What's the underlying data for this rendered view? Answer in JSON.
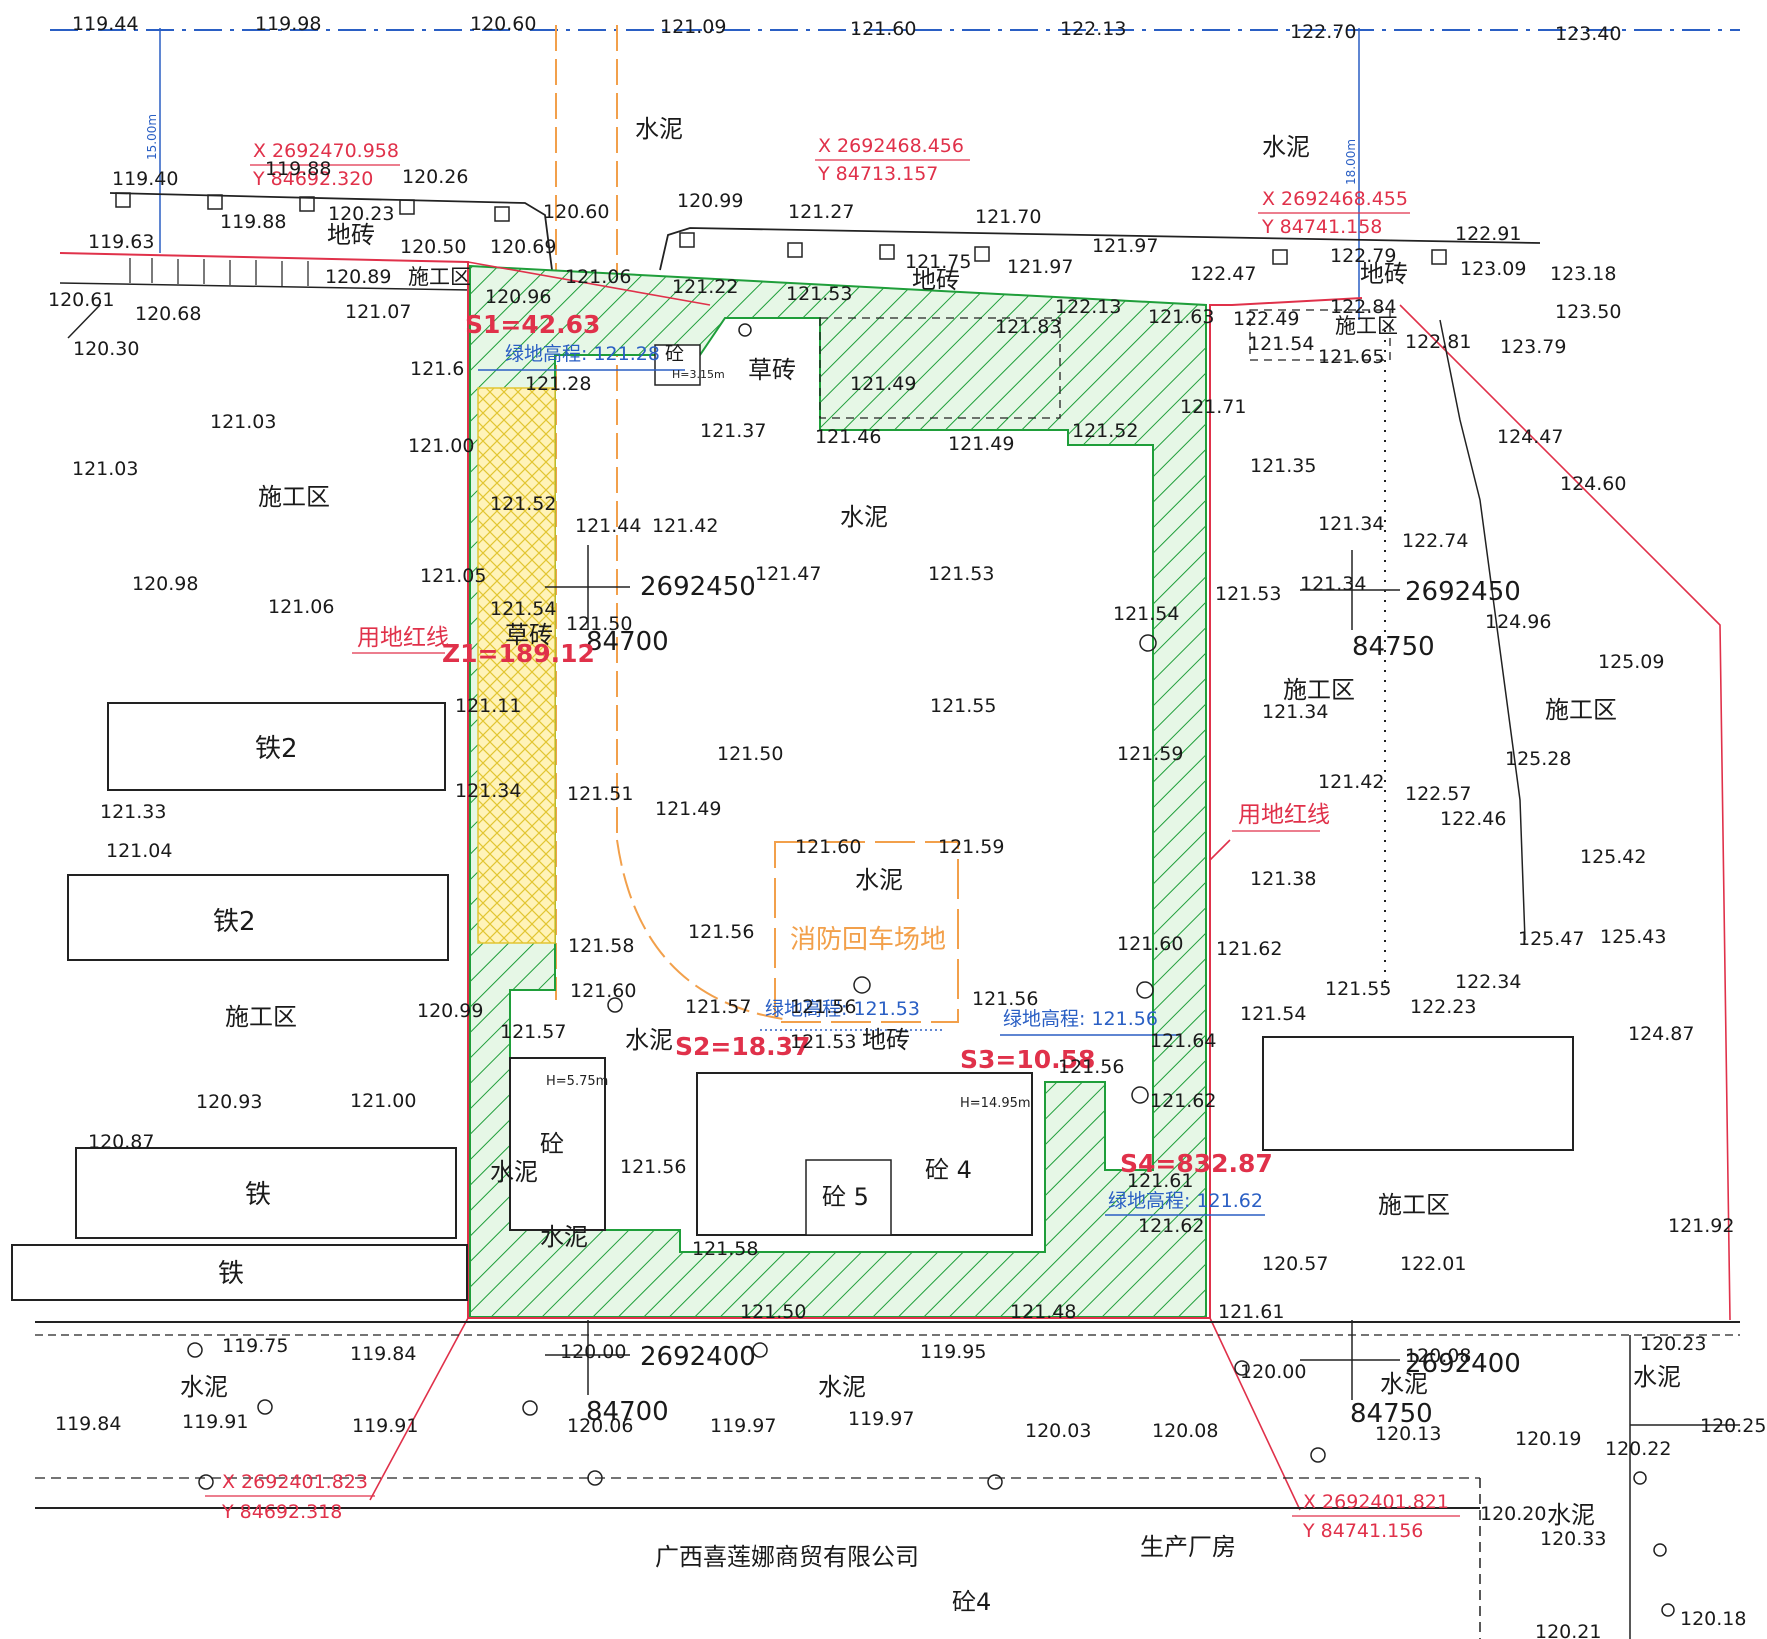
{
  "top_line_elevations": [
    "119.44",
    "119.98",
    "120.60",
    "121.09",
    "121.60",
    "122.13",
    "122.70",
    "123.40"
  ],
  "dim_left": "15.00m",
  "dim_right": "18.00m",
  "materials": {
    "cement": "水泥",
    "floor_tile": "地砖",
    "grass_brick": "草砖",
    "construction_zone": "施工区",
    "iron2": "铁2",
    "iron": "铁",
    "concrete": "砼",
    "concrete4": "砼 4",
    "concrete5": "砼 5"
  },
  "coords": {
    "c1x": "X  2692470.958",
    "c1y": "Y  84692.320",
    "c2x": "X  2692468.456",
    "c2y": "Y  84713.157",
    "c3x": "X  2692468.455",
    "c3y": "Y  84741.158",
    "c4x": "X  2692401.823",
    "c4y": "Y  84692.318",
    "c5x": "X  2692401.821",
    "c5y": "Y  84741.156"
  },
  "grid_ticks": {
    "n1": "2692450",
    "e1": "84700",
    "n2": "2692450",
    "e2": "84750",
    "n3": "2692400",
    "e3": "84700",
    "n4": "2692400",
    "e4": "84750"
  },
  "areas": {
    "s1": "S1=42.63",
    "z1": "Z1=189.12",
    "s2": "S2=18.37",
    "s3": "S3=10.58",
    "s4": "S4=832.87"
  },
  "green_elev": {
    "g1": "绿地高程: 121.28",
    "g2": "绿地高程: 121.53",
    "g3": "绿地高程: 121.56",
    "g4": "绿地高程: 121.62"
  },
  "red_line_label": "用地红线",
  "fire_turn": "消防回车场地",
  "heights": {
    "h1": "H=3.15m",
    "h2": "H=5.75m",
    "h3": "H=14.95m"
  },
  "bottom_company": "广西喜莲娜商贸有限公司",
  "bottom_factory": "生产厂房",
  "bottom_c4": "砼4",
  "elev": {
    "e01": "119.40",
    "e02": "119.88",
    "e03": "119.88",
    "e04": "120.26",
    "e05": "120.23",
    "e06": "120.60",
    "e07": "119.63",
    "e08": "120.50",
    "e09": "120.69",
    "e10": "120.89",
    "e11": "120.61",
    "e12": "120.68",
    "e13": "121.07",
    "e14": "120.30",
    "e15": "120.96",
    "e16": "121.06",
    "e17": "121.6",
    "e18": "121.28",
    "e19": "120.99",
    "e20": "121.27",
    "e21": "121.22",
    "e22": "121.53",
    "e23": "121.70",
    "e24": "121.75",
    "e25": "121.97",
    "e26": "121.97",
    "e27": "122.47",
    "e28": "122.79",
    "e29": "122.91",
    "e30": "123.09",
    "e31": "123.18",
    "e32": "122.13",
    "e33": "121.83",
    "e34": "121.63",
    "e35": "122.49",
    "e36": "122.84",
    "e37": "123.50",
    "e38": "121.54",
    "e39": "121.65",
    "e40": "122.81",
    "e41": "123.79",
    "e42": "121.49",
    "e43": "121.37",
    "e44": "121.46",
    "e45": "121.49",
    "e46": "121.52",
    "e47": "121.71",
    "e48": "121.03",
    "e49": "121.03",
    "e50": "121.00",
    "e51": "121.52",
    "e52": "121.44",
    "e53": "121.42",
    "e54": "121.47",
    "e55": "121.53",
    "e56": "121.35",
    "e57": "121.34",
    "e58": "122.74",
    "e59": "124.47",
    "e60": "124.60",
    "e61": "120.98",
    "e62": "121.06",
    "e63": "121.05",
    "e64": "121.54",
    "e65": "121.50",
    "e66": "121.54",
    "e67": "121.53",
    "e68": "121.34",
    "e69": "124.96",
    "e70": "125.09",
    "e71": "121.11",
    "e72": "121.55",
    "e73": "121.34",
    "e74": "121.59",
    "e75": "125.28",
    "e76": "121.33",
    "e77": "121.34",
    "e78": "121.51",
    "e79": "121.49",
    "e80": "121.50",
    "e81": "121.42",
    "e82": "122.57",
    "e83": "122.46",
    "e84": "121.04",
    "e85": "121.60",
    "e86": "121.59",
    "e87": "125.42",
    "e88": "121.38",
    "e89": "121.58",
    "e90": "121.56",
    "e91": "121.60",
    "e92": "121.62",
    "e93": "125.47",
    "e94": "125.43",
    "e95": "120.99",
    "e96": "121.60",
    "e97": "121.57",
    "e98": "121.56",
    "e99": "121.56",
    "f01": "121.54",
    "f02": "121.55",
    "f03": "122.34",
    "f04": "122.23",
    "f05": "124.87",
    "f06": "121.57",
    "f07": "121.53",
    "f08": "121.64",
    "f09": "121.56",
    "f10": "120.93",
    "f11": "121.00",
    "f12": "121.62",
    "f13": "120.87",
    "f14": "121.56",
    "f15": "121.61",
    "f16": "121.62",
    "f17": "121.58",
    "f18": "121.50",
    "f19": "121.48",
    "f20": "121.61",
    "f21": "120.57",
    "f22": "122.01",
    "f23": "121.92",
    "f24": "119.75",
    "f25": "119.84",
    "f26": "120.00",
    "f27": "119.95",
    "f28": "120.08",
    "f29": "120.23",
    "f30": "120.00",
    "f31": "119.84",
    "f32": "119.91",
    "f33": "119.91",
    "f34": "120.06",
    "f35": "119.97",
    "f36": "119.97",
    "f37": "120.03",
    "f38": "120.08",
    "f39": "120.13",
    "f40": "120.19",
    "f41": "120.25",
    "f42": "120.22",
    "f43": "120.20",
    "f44": "120.33",
    "f45": "120.18",
    "f46": "120.21"
  }
}
